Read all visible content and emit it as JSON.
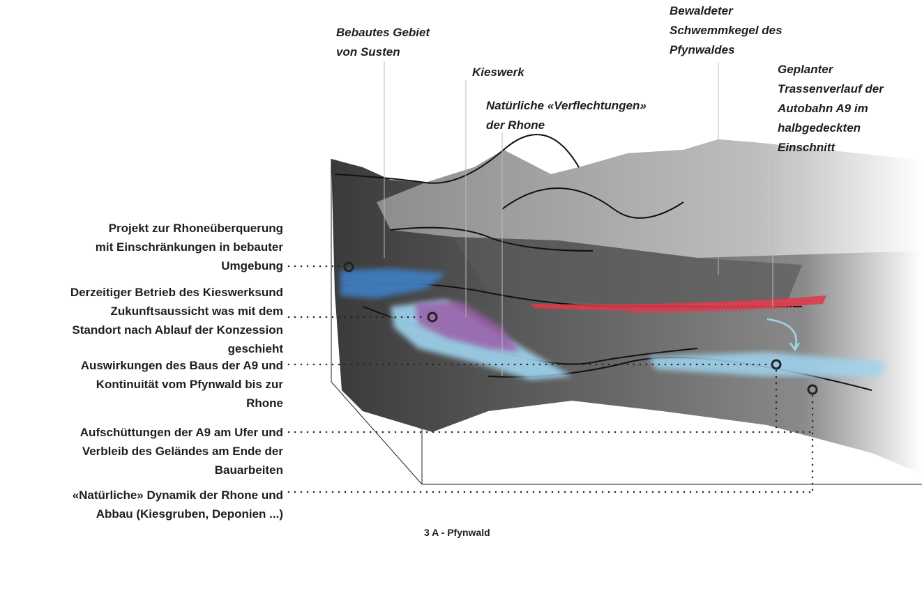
{
  "left_labels": [
    {
      "lines": [
        "Projekt zur Rhoneüberquerung",
        "mit Einschränkungen in bebauter",
        "Umgebung"
      ]
    },
    {
      "lines": [
        "Derzeitiger Betrieb des Kieswerksund",
        "Zukunftsaussicht was mit dem",
        "Standort nach Ablauf der Konzession",
        "geschieht"
      ]
    },
    {
      "lines": [
        "Auswirkungen des Baus der A9 und",
        "Kontinuität vom Pfynwald bis zur",
        "Rhone"
      ]
    },
    {
      "lines": [
        "Aufschüttungen der A9 am Ufer und",
        "Verbleib des Geländes am Ende der",
        "Bauarbeiten"
      ]
    },
    {
      "lines": [
        "«Natürliche» Dynamik der Rhone und",
        "Abbau (Kiesgruben, Deponien ...)"
      ]
    }
  ],
  "top_labels": [
    {
      "lines": [
        "Bebautes Gebiet",
        "von Susten"
      ]
    },
    {
      "lines": [
        "Kieswerk"
      ]
    },
    {
      "lines": [
        "Natürliche «Verflechtungen»",
        "der Rhone"
      ]
    },
    {
      "lines": [
        "Bewaldeter",
        "Schwemmkegel des",
        "Pfynwaldes"
      ]
    },
    {
      "lines": [
        "Geplanter",
        "Trassenverlauf der",
        "Autobahn A9 im",
        "halbgedeckten",
        "Einschnitt"
      ]
    }
  ],
  "caption": "3 A - Pfynwald",
  "colors": {
    "rhone_crossing": "#3f7fc4",
    "river_light": "#9fd4ef",
    "gravel_works": "#9a5ea8",
    "a9_route": "#e0384a"
  }
}
